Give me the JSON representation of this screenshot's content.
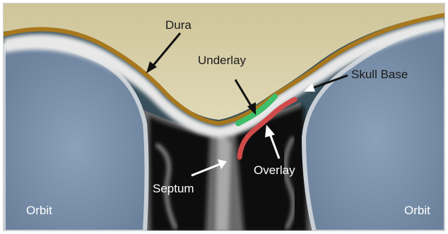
{
  "figure": {
    "labels": {
      "dura": "Dura",
      "underlay": "Underlay",
      "skull_base": "Skull Base",
      "overlay": "Overlay",
      "septum": "Septum",
      "orbit_left": "Orbit",
      "orbit_right": "Orbit"
    },
    "colors": {
      "dura_layer": "#a8781e",
      "underlay_graft": "#3fbf6a",
      "overlay_graft": "#d04a4a",
      "orbit": "#7f96b0",
      "brain": "#d7cea5",
      "bone": "#e6e6e6",
      "nasal_cavity": "#101010"
    }
  }
}
